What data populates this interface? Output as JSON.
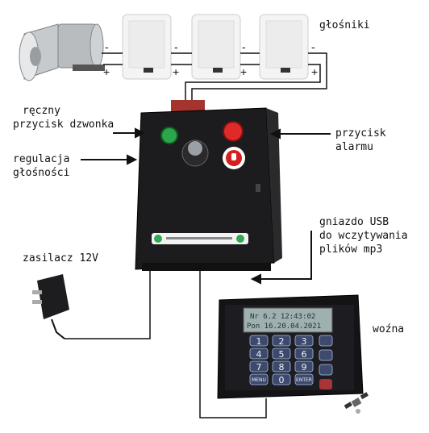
{
  "labels": {
    "speakers": "głośniki",
    "manual_button_line1": "ręczny",
    "manual_button_line2": "przycisk dzwonka",
    "volume_line1": "regulacja",
    "volume_line2": "głośności",
    "alarm_line1": "przycisk",
    "alarm_line2": "alarmu",
    "usb_line1": "gniazdo USB",
    "usb_line2": "do wczytywania",
    "usb_line3": "plików mp3",
    "power": "zasilacz 12V",
    "janitor": "woźna"
  },
  "speaker_badges": [
    "",
    "",
    " "
  ],
  "polarity": {
    "minus": "-",
    "plus": "+"
  },
  "panel": {
    "lcd_line1": "Nr 6.2 12:43:02",
    "lcd_line2": "Pon 16.20.04.2021",
    "keys": [
      "1",
      "2",
      "3",
      "4",
      "5",
      "6",
      "7",
      "8",
      "9",
      "0"
    ],
    "key_menu": "MENU",
    "key_enter": "ENTER"
  }
}
